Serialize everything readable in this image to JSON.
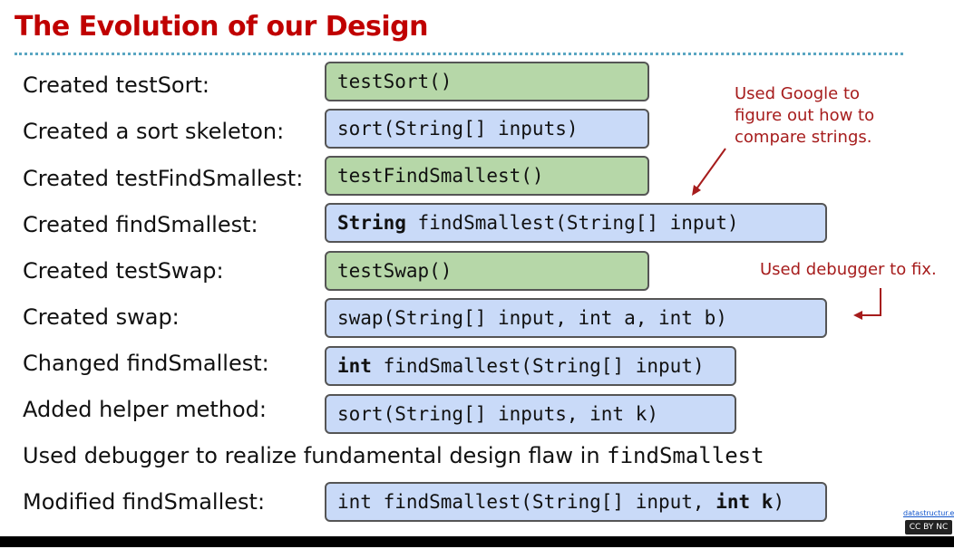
{
  "title": "The Evolution of our Design",
  "rows": [
    {
      "label": "Created testSort:",
      "code": "testSort()"
    },
    {
      "label": "Created a sort skeleton:",
      "code": "sort(String[] inputs)"
    },
    {
      "label": "Created testFindSmallest:",
      "code": "testFindSmallest()"
    },
    {
      "label": "Created findSmallest:",
      "code_bold": "String",
      "code_rest": " findSmallest(String[] input)"
    },
    {
      "label": "Created testSwap:",
      "code": "testSwap()"
    },
    {
      "label": "Created swap:",
      "code": "swap(String[] input, int a, int b)"
    },
    {
      "label": "Changed findSmallest:",
      "code_bold": "int",
      "code_rest": " findSmallest(String[] input)"
    },
    {
      "label": "Added helper method:",
      "code": "sort(String[] inputs, int k)"
    },
    {
      "label": "Modified findSmallest:",
      "code_pre": "int findSmallest(String[] input, ",
      "code_bold": "int k",
      "code_post": ")"
    }
  ],
  "flaw_text": "Used debugger to realize fundamental design flaw in ",
  "flaw_code": "findSmallest",
  "notes": {
    "google": [
      "Used Google to",
      "figure out how to",
      "compare strings."
    ],
    "debugger": "Used debugger to fix."
  },
  "credit": "datastructur.es",
  "license": "CC BY NC SA",
  "colors": {
    "title": "#c00000",
    "green_box": "#b6d7a8",
    "blue_box": "#c9daf8",
    "note": "#a61c1c"
  }
}
